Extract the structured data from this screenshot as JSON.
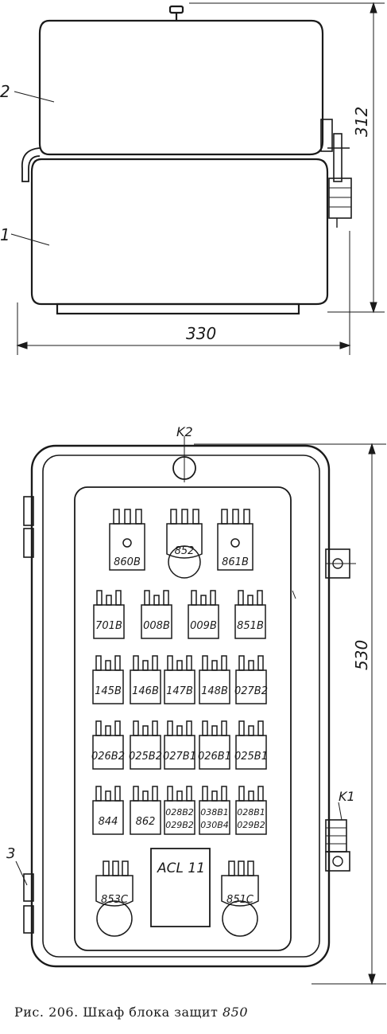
{
  "figure": {
    "caption_prefix": "Рис. 206.",
    "caption_text": "Шкаф блока защит",
    "caption_number": "850"
  },
  "side_view": {
    "callout_top": "2",
    "callout_bottom": "1",
    "dim_height": "312",
    "dim_width": "330"
  },
  "front_view": {
    "label_k2": "K2",
    "label_k1": "K1",
    "label_3": "3",
    "dim_height": "530",
    "module_label": "ACL 11",
    "relays": [
      [
        "860В",
        "852",
        "861В"
      ],
      [
        "701В",
        "008В",
        "009В",
        "851В"
      ],
      [
        "145В",
        "146В",
        "147В",
        "148В",
        "027В2"
      ],
      [
        "026В2",
        "025В2",
        "027В1",
        "026В1",
        "025В1"
      ],
      [
        "844",
        "862",
        "028В2 029В2",
        "038В1 030В4",
        "028В1 029В2"
      ],
      [
        "853С",
        "851С"
      ]
    ]
  },
  "colors": {
    "ink": "#1a1a1a",
    "paper": "#ffffff"
  }
}
